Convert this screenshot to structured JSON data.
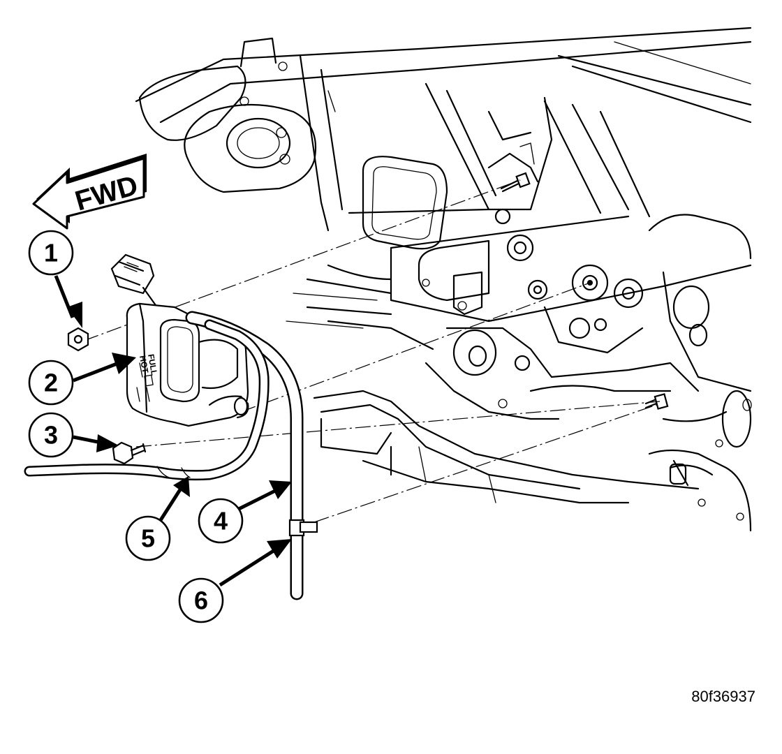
{
  "figure_code": "80f36937",
  "direction_arrow": {
    "label": "FWD"
  },
  "reservoir_label": {
    "line1": "FULL",
    "line2": "HOT"
  },
  "callouts": [
    {
      "number": "1"
    },
    {
      "number": "2"
    },
    {
      "number": "3"
    },
    {
      "number": "4"
    },
    {
      "number": "5"
    },
    {
      "number": "6"
    }
  ]
}
